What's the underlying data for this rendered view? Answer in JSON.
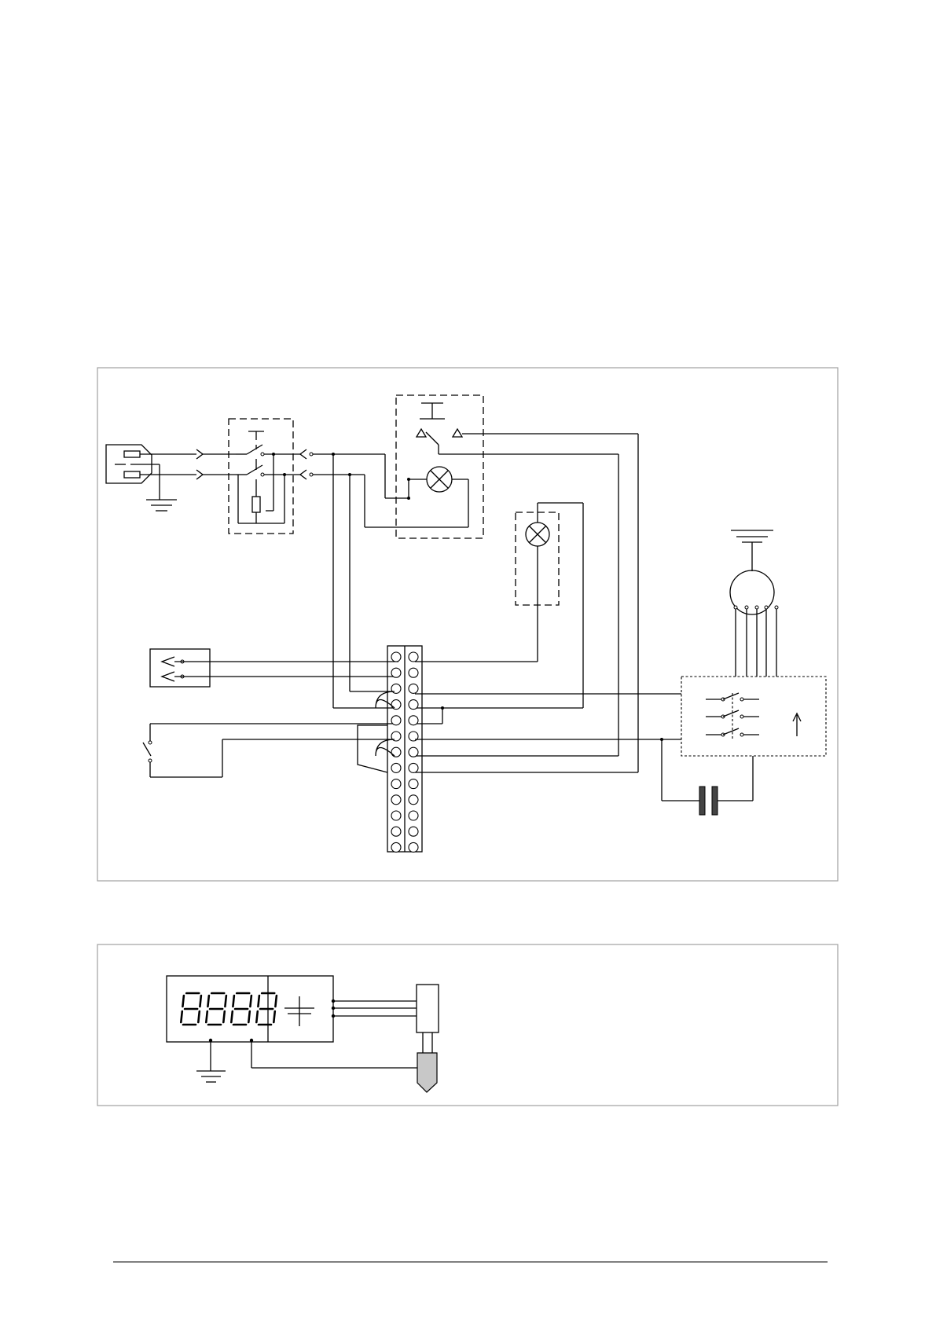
{
  "diagram": {
    "wiring": {
      "terminal_block": {
        "rows": 13
      },
      "components": [
        "power-inlet-connector",
        "earth-ground",
        "main-switch-relay",
        "push-button-switch",
        "indicator-lamp",
        "door-switch",
        "limit-switch",
        "pilot-lamp",
        "fan-motor",
        "speed-selector-switch",
        "motor-capacitor"
      ]
    },
    "controller": {
      "display": {
        "digits": 4,
        "text": "8888"
      },
      "components": [
        "seven-segment-display",
        "power-supply-symbol",
        "sensor-housing",
        "temperature-probe",
        "earth-ground"
      ]
    }
  },
  "colors": {
    "line": "#000000",
    "frame": "#a0a0a0",
    "probe_fill": "#c8c8c8",
    "capacitor_fill": "#444444"
  }
}
